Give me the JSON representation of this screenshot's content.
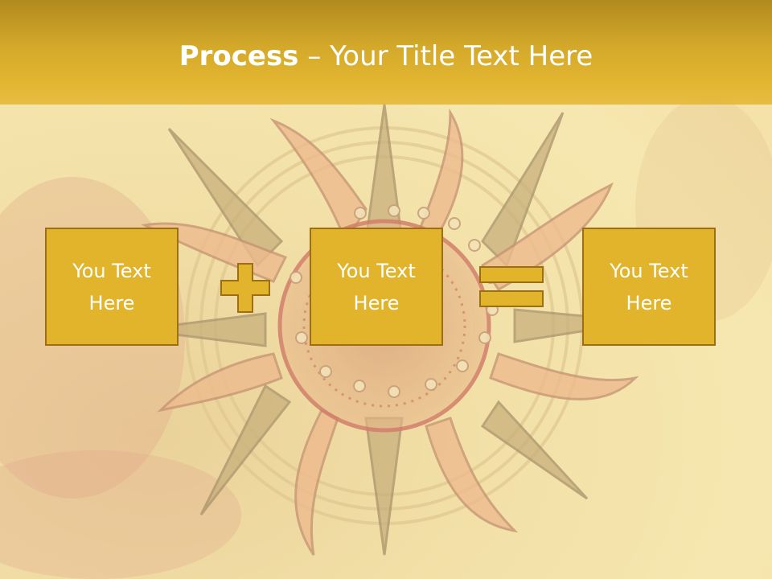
{
  "slide": {
    "title_bold": "Process",
    "title_rest": " – Your Title Text Here",
    "boxes": [
      {
        "label": "You Text\nHere"
      },
      {
        "label": "You Text\nHere"
      },
      {
        "label": "You Text\nHere"
      }
    ],
    "operators": [
      "plus-sign",
      "equals-sign"
    ]
  },
  "colors": {
    "title_bar": "#d4a92a",
    "box_fill": "#e2b42c",
    "box_border": "#9c6f14",
    "text": "#ffffff"
  }
}
